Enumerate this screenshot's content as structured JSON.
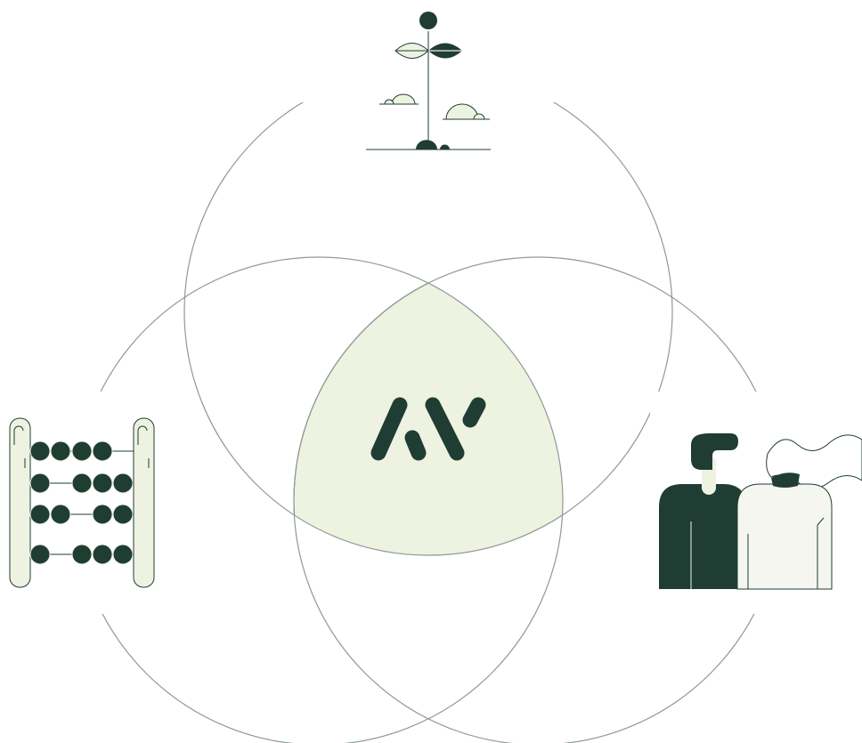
{
  "diagram": {
    "type": "venn-three-circle",
    "center_mark": "brand-logo",
    "regions": [
      {
        "id": "top",
        "icon": "plant-growth-icon"
      },
      {
        "id": "left",
        "icon": "abacus-icon"
      },
      {
        "id": "right",
        "icon": "people-icon"
      }
    ]
  },
  "colors": {
    "background": "#ffffff",
    "circle_stroke": "#8f9a95",
    "intersection_fill": "#eef2e1",
    "dark_green": "#1f3d33",
    "pale_green": "#eef2e1",
    "off_white": "#f6f6f1"
  }
}
